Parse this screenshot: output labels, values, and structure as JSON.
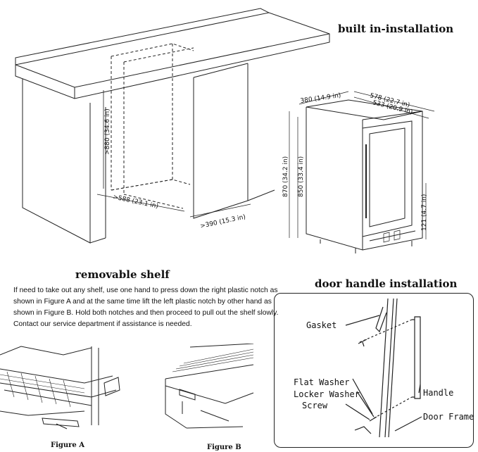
{
  "headings": {
    "built_in": "built in-installation",
    "removable_shelf": "removable shelf",
    "door_handle": "door handle installation"
  },
  "instructions": {
    "line1": "If need to take out any shelf, use one hand to press down the right plastic notch as",
    "line2": "shown in Figure A and at the same time lift the left plastic notch by other hand as",
    "line3": "shown in Figure B. Hold both notches and then proceed to pull out the shelf slowly.",
    "line4": "Contact our service department if assistance is needed."
  },
  "figures": {
    "a": "Figure A",
    "b": "Figure B"
  },
  "cabinet_dims": {
    "height": ">880 (34.6 in)",
    "width": ">588 (23.1 in)",
    "depth": ">390 (15.3 in)"
  },
  "unit_dims": {
    "width": "380 (14.9 in)",
    "depth_total": "578 (22.7 in)",
    "depth_body": "533 (20.9 in)",
    "height_total": "870 (34.2 in)",
    "height_body": "850 (33.4 in)",
    "kick": "121 (4.7 in)"
  },
  "parts": {
    "gasket": "Gasket",
    "flat_washer": "Flat Washer",
    "locker_washer": "Locker Washer",
    "screw": "Screw",
    "handle": "Handle",
    "door_frame": "Door Frame"
  }
}
